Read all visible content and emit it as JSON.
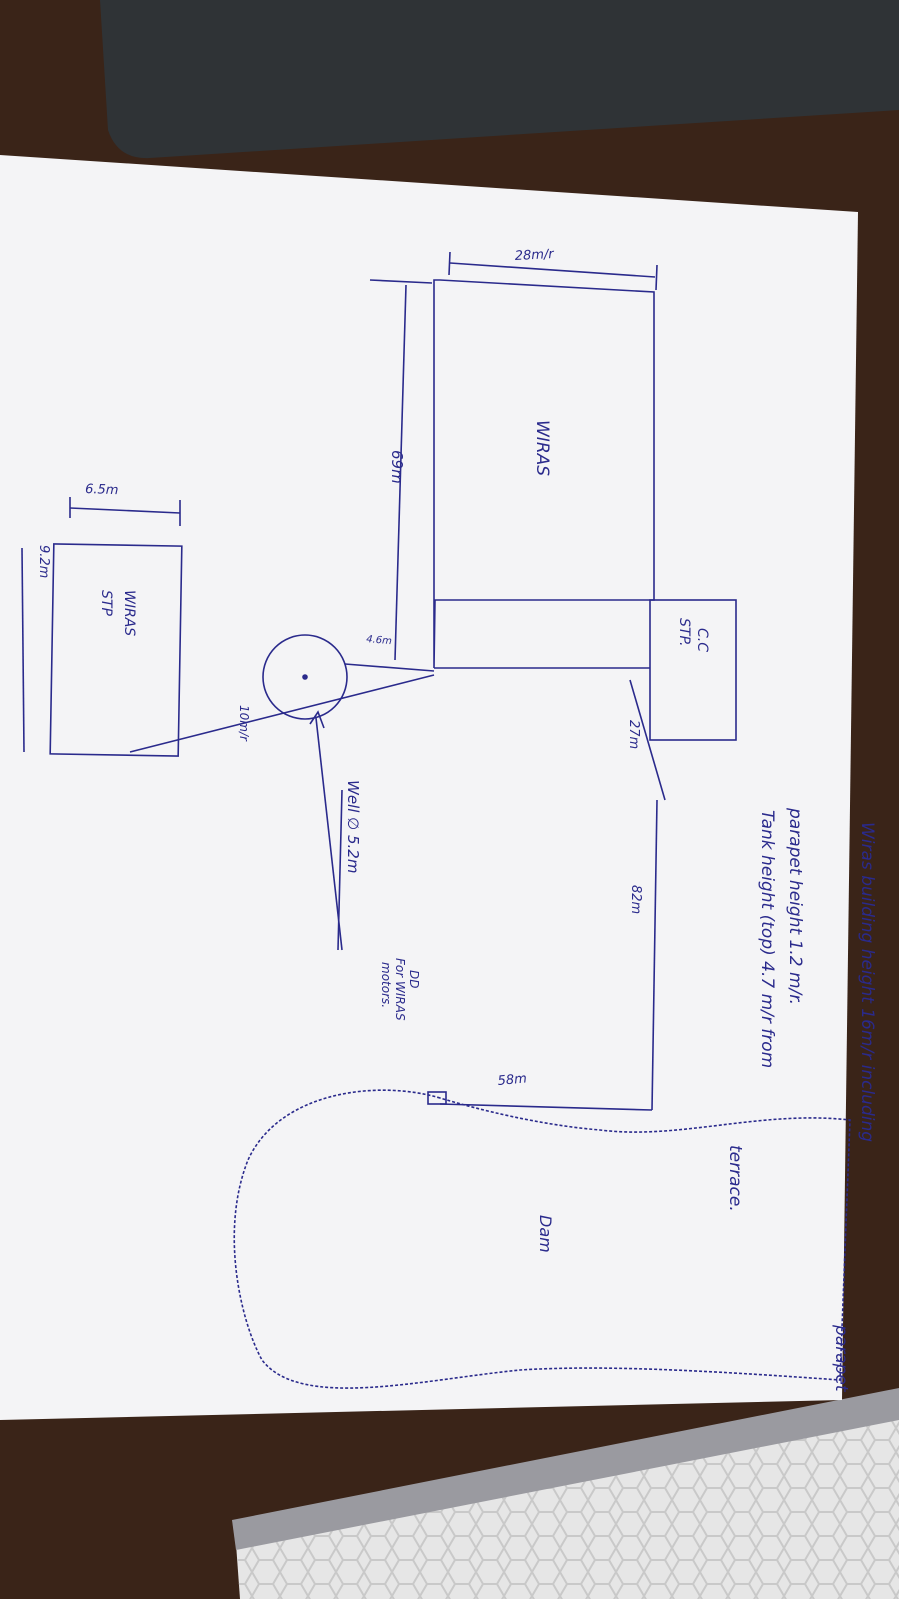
{
  "sketch": {
    "building_label": "WIRAS",
    "stp_label": "WIRAS",
    "stp_sub": "STP",
    "cc_label": "C.C",
    "cc_sub": "STP.",
    "dam_label": "Dam",
    "well_label": "Well ∅ 5.2m",
    "dd_line1": "DD",
    "dd_line2": "For WIRAS",
    "dd_line3": "motors.",
    "dim_28": "28m/r",
    "dim_69": "69m",
    "dim_6_5": "6.5m",
    "dim_9_2": "9.2m",
    "dim_4_6": "4.6m",
    "dim_10": "10m/r",
    "dim_27": "27m",
    "dim_82": "82m",
    "dim_58": "58m",
    "note1": "Wiras building height 16m/r including",
    "note1b": "parapet",
    "note2": "parapet height 1.2 m/r.",
    "note3": "Tank height (top) 4.7 m/r from",
    "note3b": "terrace."
  },
  "colors": {
    "ink": "#2a2a8c",
    "paper": "#f4f4f6",
    "table": "#2b1a12",
    "laptop": "#2f3336"
  }
}
